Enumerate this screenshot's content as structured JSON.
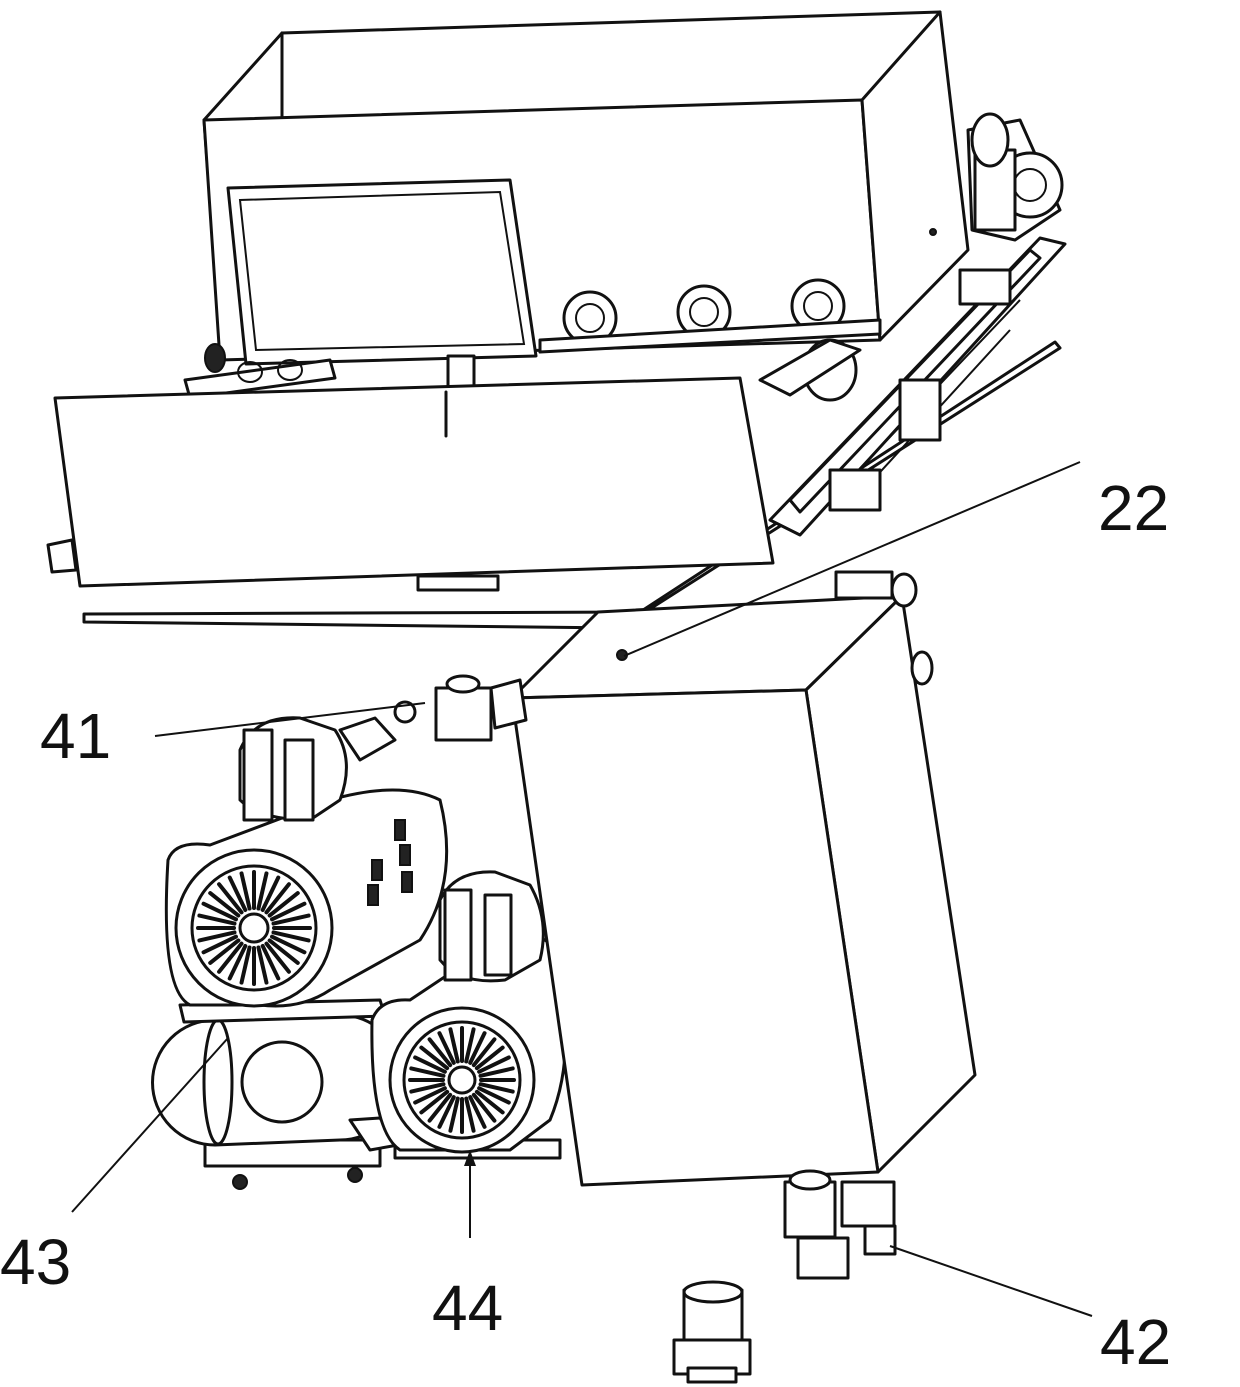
{
  "labels": {
    "l22": "22",
    "l41": "41",
    "l42": "42",
    "l43": "43",
    "l44": "44"
  },
  "colors": {
    "line": "#111111",
    "background": "#ffffff"
  }
}
